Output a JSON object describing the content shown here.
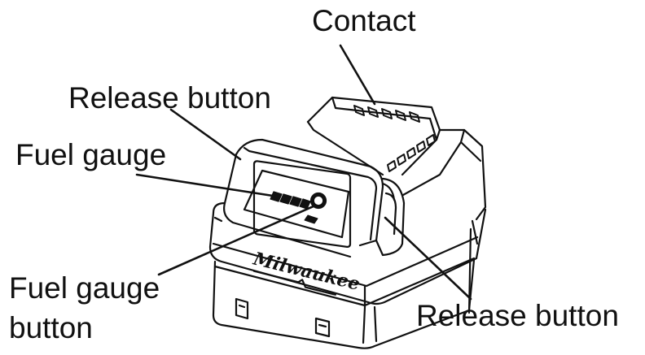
{
  "labels": {
    "contact": "Contact",
    "release_button_top": "Release button",
    "fuel_gauge": "Fuel gauge",
    "fuel_gauge_button_line1": "Fuel gauge",
    "fuel_gauge_button_line2": "button",
    "release_button_right": "Release button"
  },
  "brand": {
    "logo_text": "Milwaukee"
  },
  "colors": {
    "line": "#111111",
    "background": "#ffffff"
  }
}
